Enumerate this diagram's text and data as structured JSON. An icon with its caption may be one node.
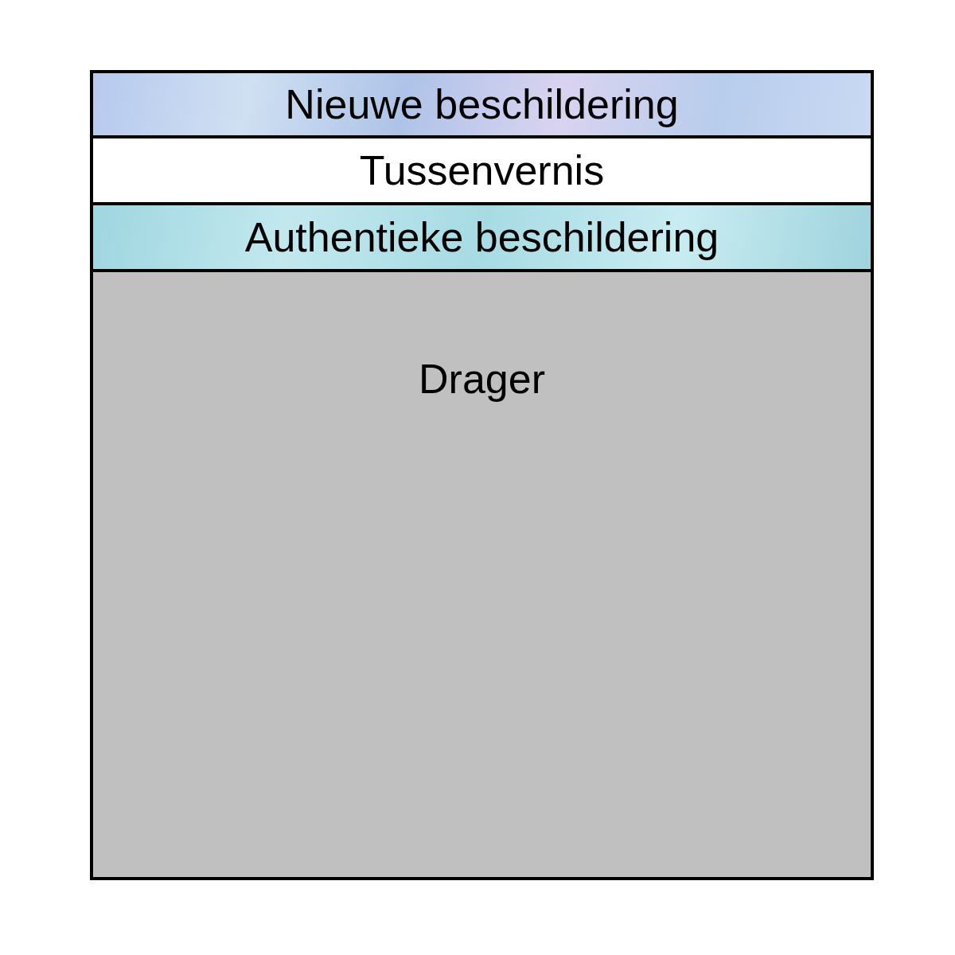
{
  "diagram": {
    "nodes": [
      {
        "text": [
          "Nieuwe beschildering"
        ]
      },
      {
        "text": [
          "Tussenvernis"
        ]
      },
      {
        "text": [
          "Authentieke beschildering"
        ]
      },
      {
        "text": [
          "Drager"
        ]
      }
    ]
  }
}
